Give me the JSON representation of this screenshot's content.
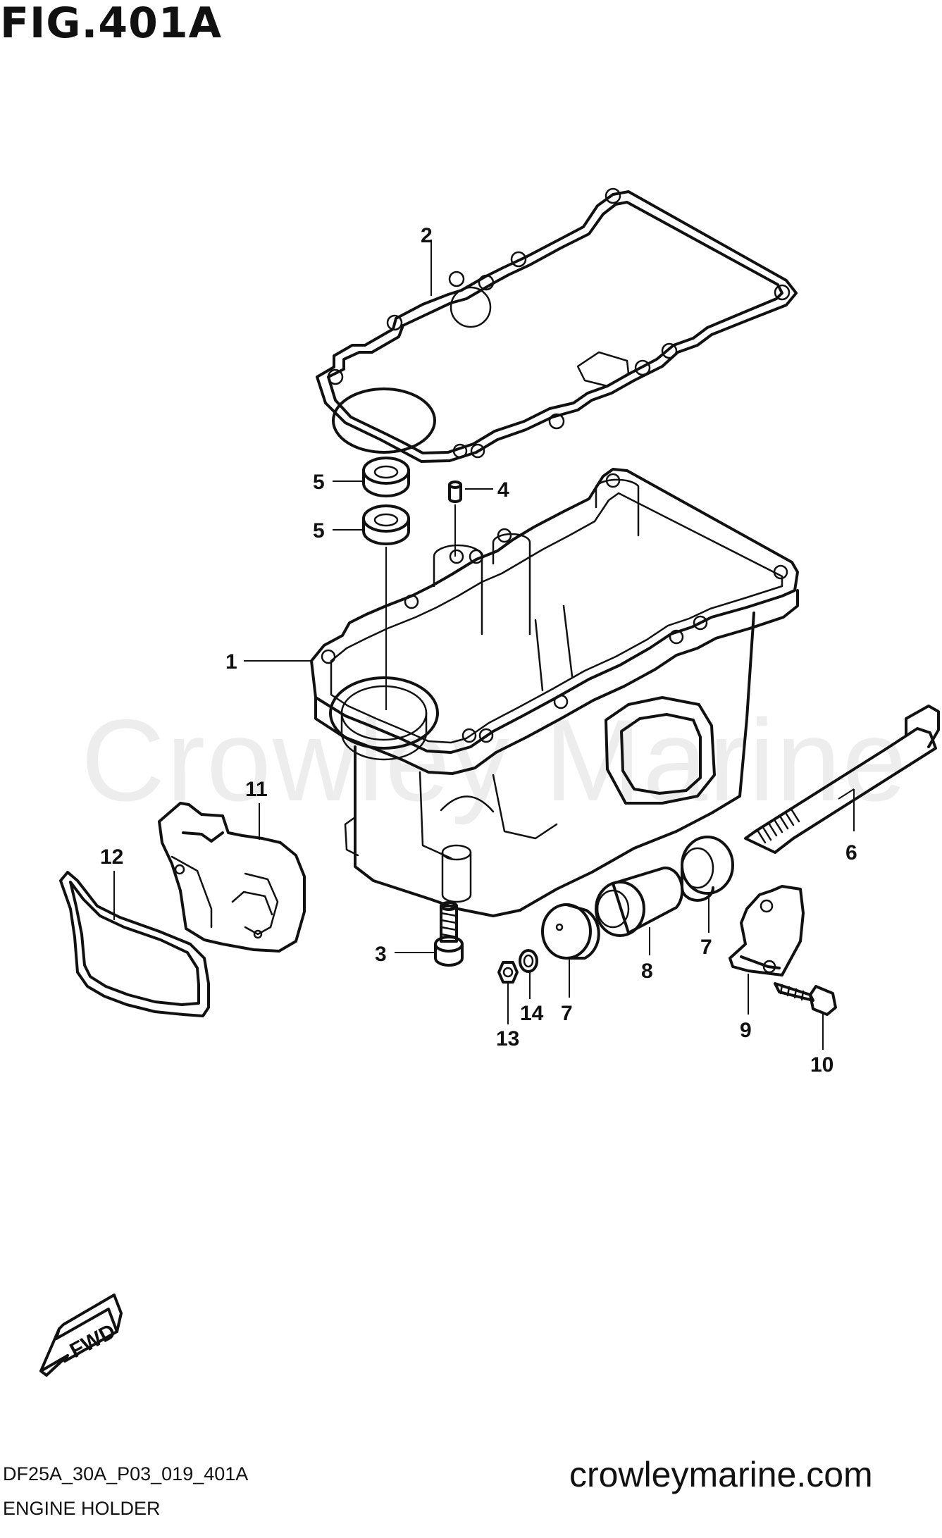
{
  "figure_title": "FIG.401A",
  "watermark": "Crowley Marine",
  "website": "crowleymarine.com",
  "drawing_code": "DF25A_30A_P03_019_401A",
  "caption": "ENGINE HOLDER",
  "fwd_label": "FWD",
  "callouts": [
    "1",
    "2",
    "3",
    "4",
    "5",
    "5",
    "6",
    "7",
    "7",
    "8",
    "9",
    "10",
    "11",
    "12",
    "13",
    "14"
  ],
  "colors": {
    "line": "#111111",
    "watermark": "#ededed",
    "background": "#ffffff"
  }
}
